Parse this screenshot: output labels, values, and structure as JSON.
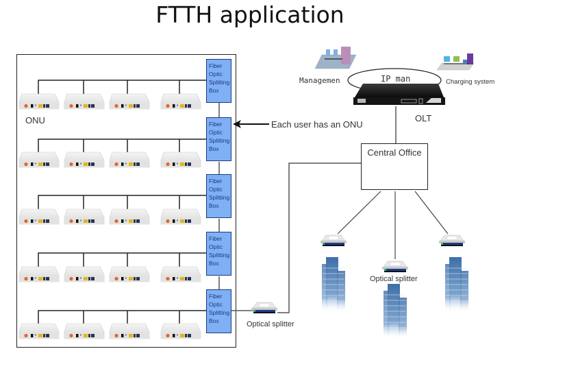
{
  "title": "FTTH application",
  "onu_label": "ONU",
  "arrow_note": "Each user has an ONU",
  "fiber_box": {
    "lines": [
      "Fiber",
      "Optic",
      "Splitting",
      "Box"
    ],
    "count": 5,
    "fill": "#7fb0f5",
    "border": "#1b3a7a"
  },
  "onu_rows": 5,
  "onus_per_row": 4,
  "olt": {
    "label": "OLT",
    "ring_label": "IP man",
    "management_label": "Managemen",
    "charging_label": "Charging system"
  },
  "central_office": {
    "label": "Central Office"
  },
  "splitters": {
    "local_label": "Optical splitter",
    "building_label": "Optical splitter"
  },
  "icons": {
    "onu": "onu-device-icon",
    "olt": "olt-rack-icon",
    "splitter": "optical-splitter-icon",
    "building": "office-building-icon",
    "management": "management-network-icon",
    "charging": "charging-system-icon"
  }
}
